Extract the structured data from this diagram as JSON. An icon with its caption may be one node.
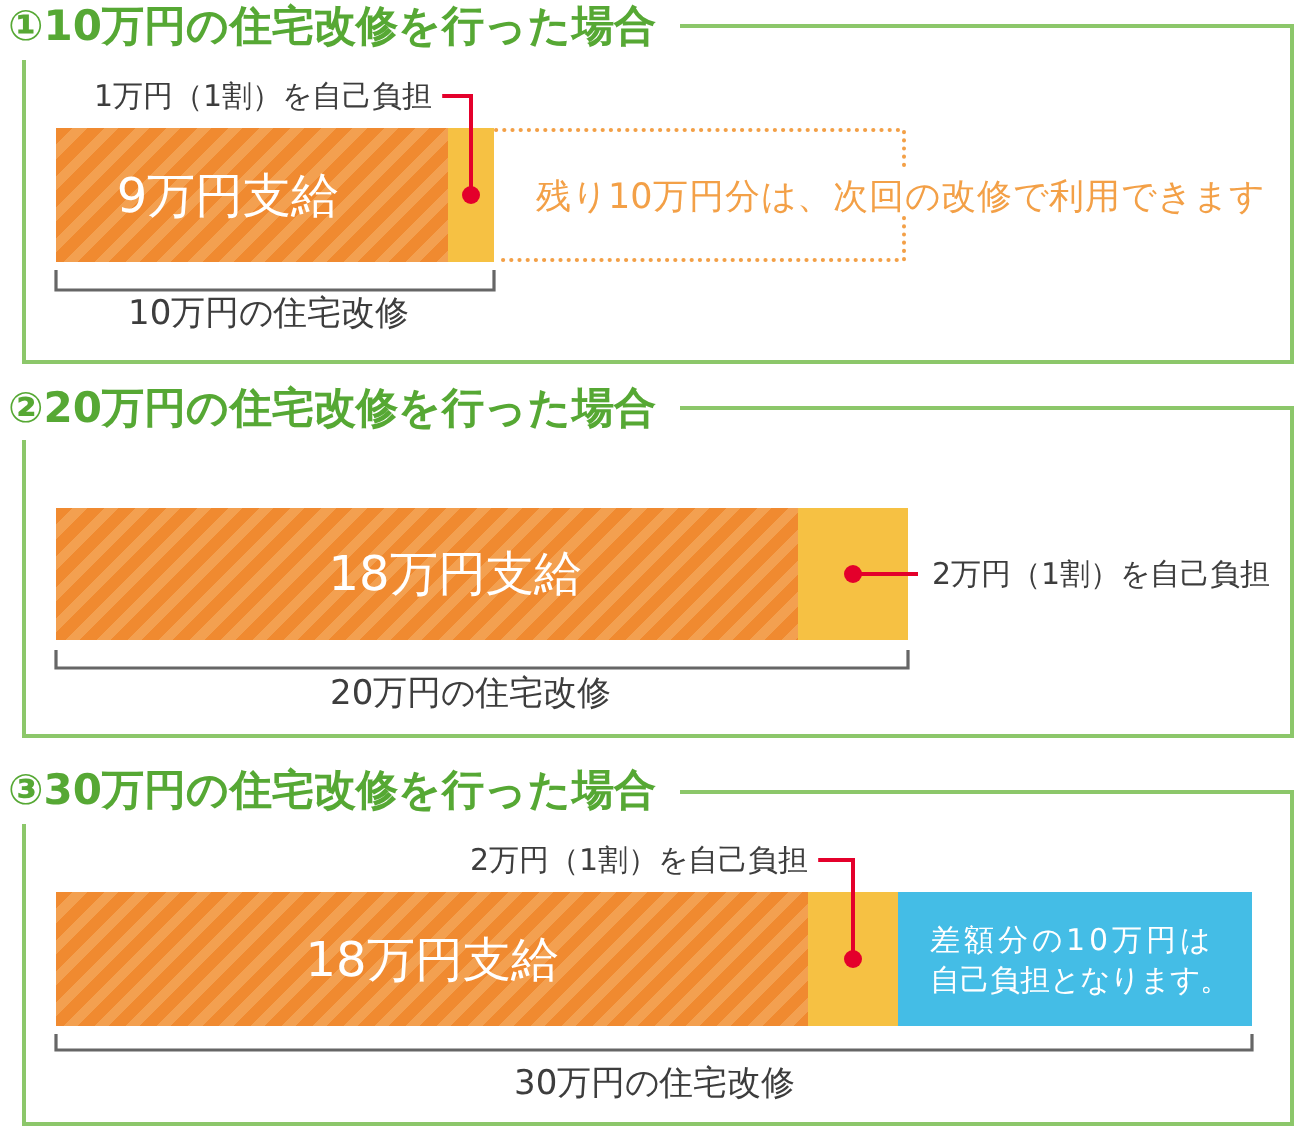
{
  "diagram": {
    "nodes": [
      {
        "text": [
          "①10万円の住宅改修を行った場合"
        ]
      },
      {
        "text": [
          "1万円（1割）を自己負担"
        ],
        "in": 0
      },
      {
        "text": [
          "9万円支給"
        ],
        "in": 0
      },
      {
        "text": [],
        "shape": "bar",
        "in": 0
      },
      {
        "text": [
          "残り10万円分は、次回の改修で利用できます"
        ],
        "in": 0
      },
      {
        "text": [
          "②20万円の住宅改修を行った場合"
        ]
      },
      {
        "text": [
          "18万円支給"
        ],
        "in": 5
      },
      {
        "text": [],
        "shape": "bar",
        "in": 5
      },
      {
        "text": [
          "2万円（1割）を自己負担"
        ],
        "in": 5
      },
      {
        "text": [
          "③30万円の住宅改修を行った場合"
        ]
      },
      {
        "text": [
          "2万円（1割）を自己負担"
        ],
        "in": 9
      },
      {
        "text": [
          "18万円支給"
        ],
        "in": 9
      },
      {
        "text": [],
        "shape": "bar",
        "in": 9
      },
      {
        "text": [
          "差額分の10万円は自己負担となります。"
        ],
        "in": 9
      }
    ],
    "edges": [
      {
        "from": 1,
        "to": 3,
        "arrow": "other"
      },
      {
        "from": 8,
        "to": 7,
        "arrow": "other"
      },
      {
        "from": 10,
        "to": 12,
        "arrow": "other"
      }
    ],
    "labels": [
      "10万円の住宅改修",
      "20万円の住宅改修",
      "30万円の住宅改修"
    ]
  }
}
